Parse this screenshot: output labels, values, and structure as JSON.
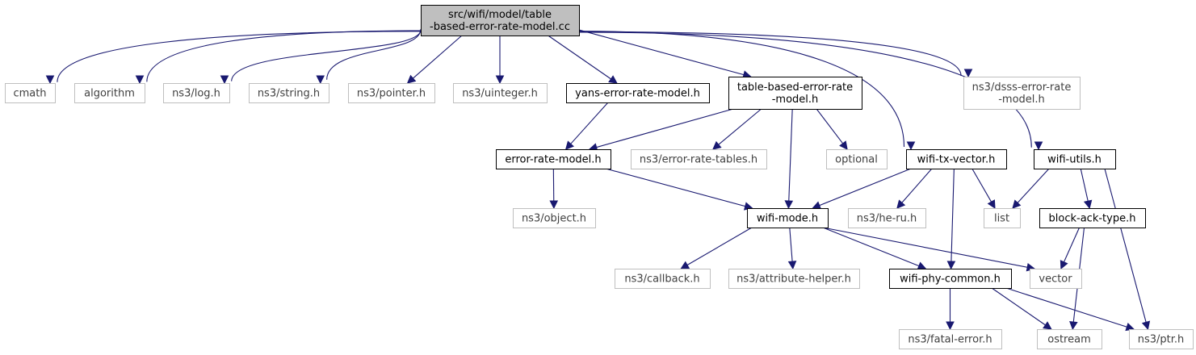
{
  "nodes": {
    "root": {
      "lines": [
        "src/wifi/model/table",
        "-based-error-rate-model.cc"
      ]
    },
    "cmath": {
      "lines": [
        "cmath"
      ]
    },
    "algorithm": {
      "lines": [
        "algorithm"
      ]
    },
    "log": {
      "lines": [
        "ns3/log.h"
      ]
    },
    "string": {
      "lines": [
        "ns3/string.h"
      ]
    },
    "pointer": {
      "lines": [
        "ns3/pointer.h"
      ]
    },
    "uinteger": {
      "lines": [
        "ns3/uinteger.h"
      ]
    },
    "yans": {
      "lines": [
        "yans-error-rate-model.h"
      ]
    },
    "tbl": {
      "lines": [
        "table-based-error-rate",
        "-model.h"
      ]
    },
    "dsss": {
      "lines": [
        "ns3/dsss-error-rate",
        "-model.h"
      ]
    },
    "erm": {
      "lines": [
        "error-rate-model.h"
      ]
    },
    "tables": {
      "lines": [
        "ns3/error-rate-tables.h"
      ]
    },
    "optional": {
      "lines": [
        "optional"
      ]
    },
    "txvec": {
      "lines": [
        "wifi-tx-vector.h"
      ]
    },
    "utils": {
      "lines": [
        "wifi-utils.h"
      ]
    },
    "object": {
      "lines": [
        "ns3/object.h"
      ]
    },
    "mode": {
      "lines": [
        "wifi-mode.h"
      ]
    },
    "heru": {
      "lines": [
        "ns3/he-ru.h"
      ]
    },
    "list": {
      "lines": [
        "list"
      ]
    },
    "block": {
      "lines": [
        "block-ack-type.h"
      ]
    },
    "callback": {
      "lines": [
        "ns3/callback.h"
      ]
    },
    "attr": {
      "lines": [
        "ns3/attribute-helper.h"
      ]
    },
    "phy": {
      "lines": [
        "wifi-phy-common.h"
      ]
    },
    "vector": {
      "lines": [
        "vector"
      ]
    },
    "fatal": {
      "lines": [
        "ns3/fatal-error.h"
      ]
    },
    "ostream": {
      "lines": [
        "ostream"
      ]
    },
    "ptr": {
      "lines": [
        "ns3/ptr.h"
      ]
    }
  },
  "edges": [
    [
      "root",
      "cmath"
    ],
    [
      "root",
      "algorithm"
    ],
    [
      "root",
      "log"
    ],
    [
      "root",
      "string"
    ],
    [
      "root",
      "pointer"
    ],
    [
      "root",
      "uinteger"
    ],
    [
      "root",
      "yans"
    ],
    [
      "root",
      "tbl"
    ],
    [
      "root",
      "dsss"
    ],
    [
      "root",
      "txvec"
    ],
    [
      "root",
      "utils"
    ],
    [
      "yans",
      "erm"
    ],
    [
      "tbl",
      "erm"
    ],
    [
      "tbl",
      "tables"
    ],
    [
      "tbl",
      "optional"
    ],
    [
      "tbl",
      "mode"
    ],
    [
      "erm",
      "object"
    ],
    [
      "erm",
      "mode"
    ],
    [
      "txvec",
      "mode"
    ],
    [
      "txvec",
      "heru"
    ],
    [
      "txvec",
      "list"
    ],
    [
      "txvec",
      "phy"
    ],
    [
      "utils",
      "list"
    ],
    [
      "utils",
      "block"
    ],
    [
      "utils",
      "ptr"
    ],
    [
      "block",
      "vector"
    ],
    [
      "block",
      "ostream"
    ],
    [
      "mode",
      "callback"
    ],
    [
      "mode",
      "attr"
    ],
    [
      "mode",
      "phy"
    ],
    [
      "mode",
      "vector"
    ],
    [
      "phy",
      "fatal"
    ],
    [
      "phy",
      "ostream"
    ],
    [
      "phy",
      "ptr"
    ]
  ]
}
